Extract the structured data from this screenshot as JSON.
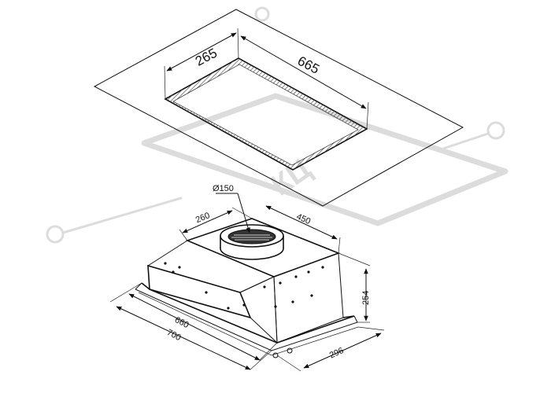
{
  "diagram": {
    "cutout": {
      "depth_label": "265",
      "width_label": "665"
    },
    "hood": {
      "outlet_label": "Ø150",
      "top_depth_label": "260",
      "top_width_label": "450",
      "inner_width_label": "660",
      "outer_width_label": "700",
      "height_label": "254",
      "depth_label": "296"
    }
  },
  "watermark": {
    "logo_text": "КЦ",
    "color": "#dcdcdc"
  },
  "colors": {
    "line": "#111111",
    "hatch": "#555555",
    "background": "#ffffff"
  }
}
